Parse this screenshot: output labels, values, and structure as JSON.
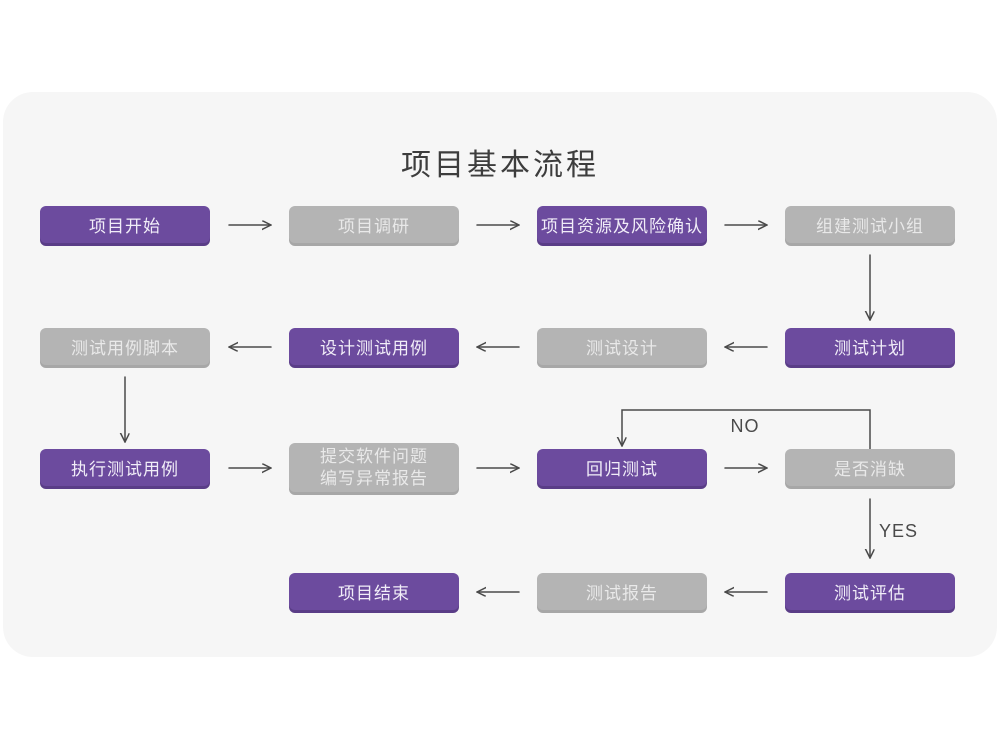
{
  "page": {
    "title": "项目基本流程",
    "background": "#ffffff",
    "card_background": "#f6f6f6"
  },
  "colors": {
    "node_purple": "#6c4b9e",
    "node_purple_edge": "#5a3d87",
    "node_gray": "#b4b4b4",
    "node_gray_edge": "#a7a7a7",
    "text_on_purple": "#f1edf8",
    "text_on_gray": "#e9e9e9",
    "arrow": "#4a4a4a",
    "title_text": "#3d3d3d"
  },
  "nodes": [
    {
      "id": "project-start",
      "label": "项目开始",
      "variant": "purple"
    },
    {
      "id": "project-research",
      "label": "项目调研",
      "variant": "gray"
    },
    {
      "id": "resource-risk-confirm",
      "label": "项目资源及风险确认",
      "variant": "purple"
    },
    {
      "id": "form-test-team",
      "label": "组建测试小组",
      "variant": "gray"
    },
    {
      "id": "test-plan",
      "label": "测试计划",
      "variant": "purple"
    },
    {
      "id": "test-design",
      "label": "测试设计",
      "variant": "gray"
    },
    {
      "id": "design-test-cases",
      "label": "设计测试用例",
      "variant": "purple"
    },
    {
      "id": "test-case-script",
      "label": "测试用例脚本",
      "variant": "gray"
    },
    {
      "id": "execute-test-cases",
      "label": "执行测试用例",
      "variant": "purple"
    },
    {
      "id": "submit-issue-report",
      "label": "提交软件问题\n编写异常报告",
      "variant": "gray"
    },
    {
      "id": "regression-test",
      "label": "回归测试",
      "variant": "purple"
    },
    {
      "id": "defect-cleared",
      "label": "是否消缺",
      "variant": "gray"
    },
    {
      "id": "test-evaluation",
      "label": "测试评估",
      "variant": "purple"
    },
    {
      "id": "test-report",
      "label": "测试报告",
      "variant": "gray"
    },
    {
      "id": "project-end",
      "label": "项目结束",
      "variant": "purple"
    }
  ],
  "edge_labels": {
    "no": "NO",
    "yes": "YES"
  }
}
